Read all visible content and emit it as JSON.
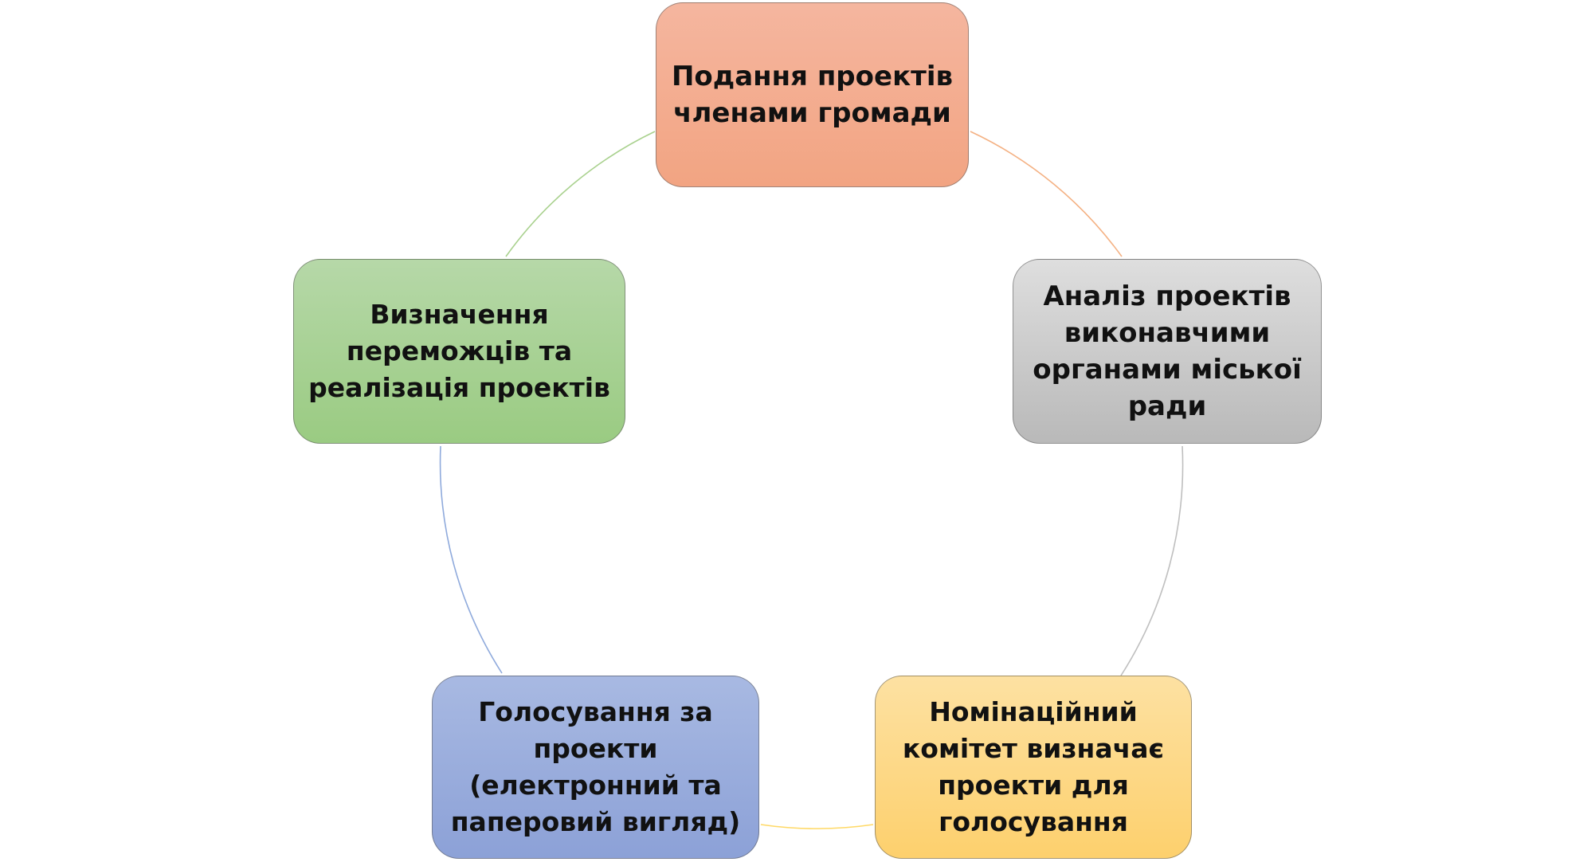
{
  "diagram": {
    "steps": [
      {
        "label": "Подання проектів\nчленами громади",
        "color": "#f3aa8b"
      },
      {
        "label": "Аналіз проектів\nвиконавчими\nорганами міської\nради",
        "color": "#c8c8c8"
      },
      {
        "label": "Номінаційний\nкомітет визначає\nпроекти для\nголосування",
        "color": "#fdd67c"
      },
      {
        "label": "Голосування за\nпроекти\n(електронний та\nпаперовий вигляд)",
        "color": "#98abdc"
      },
      {
        "label": "Визначення\nпереможців та\nреалізація проектів",
        "color": "#a6d192"
      }
    ],
    "connector_colors": [
      "#f4b183",
      "#bfbfbf",
      "#ffd966",
      "#8faadc",
      "#a9d18e"
    ]
  }
}
